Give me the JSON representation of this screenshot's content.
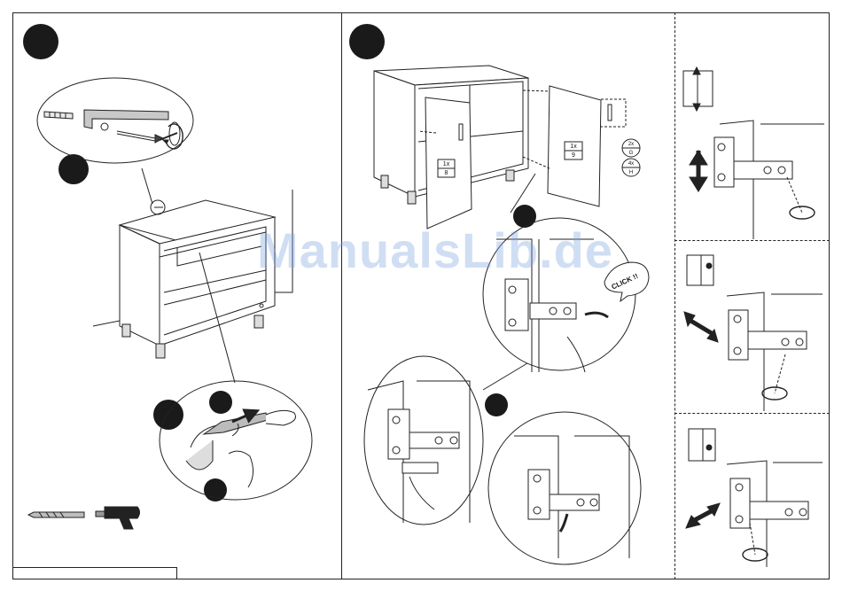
{
  "watermark": "ManualsLib.de",
  "panel_middle": {
    "left_door_label": {
      "qty": "1x",
      "code": "8"
    },
    "right_door_label": {
      "qty": "1x",
      "code": "9"
    },
    "parts": [
      {
        "qty": "2x",
        "code": "G"
      },
      {
        "qty": "4x",
        "code": "H"
      }
    ],
    "click_callout": "CLICK !!"
  },
  "colors": {
    "badge": "#1a1a1a",
    "line": "#222222",
    "panel_fill": "#ffffff",
    "watermark": "#78a0dc"
  },
  "icons": [
    "drill-bit-icon",
    "power-drill-icon",
    "adjust-arrow-icon",
    "screwdriver-icon"
  ]
}
